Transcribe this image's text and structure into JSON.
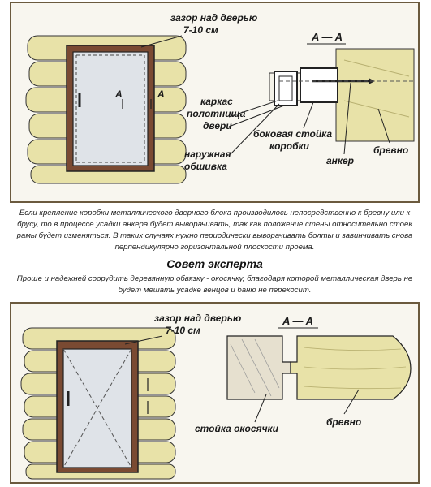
{
  "top_figure": {
    "gap_label_line1": "зазор над дверью",
    "gap_label_line2": "7-10 см",
    "section_label": "A — A",
    "section_marker_left": "А",
    "section_marker_right": "А",
    "frame_label_line1": "каркас",
    "frame_label_line2": "полотнища",
    "frame_label_line3": "двери",
    "side_post_line1": "боковая стойка",
    "side_post_line2": "коробки",
    "cladding_line1": "наружная",
    "cladding_line2": "обшивка",
    "anchor_label": "анкер",
    "log_label": "бревно"
  },
  "paragraph1": "Если крепление коробки металлического дверного блока производилось непосредственно к бревну или к брусу, то в процессе усадки анкера будет выворачивать, так как положение стены относительно стоек рамы будет изменяться. В таких случаях нужно периодически выворачивать болты и завинчивать снова перпендикулярно горизонтальной плоскости проема.",
  "expert_title": "Совет эксперта",
  "paragraph2": "Проще и надежней соорудить деревянную обвязку - окосячку, благодаря которой металлическая дверь не будет мешать усадке венцов и баню не перекосит.",
  "bottom_figure": {
    "gap_label_line1": "зазор над дверью",
    "gap_label_line2": "7-10 см",
    "section_label": "A — A",
    "post_label": "стойка окосячки",
    "log_label": "бревно"
  },
  "colors": {
    "log_fill": "#e8e2a8",
    "frame_brown": "#6b3a2a",
    "door_fill": "#dfe3e8",
    "line": "#222222",
    "border": "#6b5a3e"
  }
}
